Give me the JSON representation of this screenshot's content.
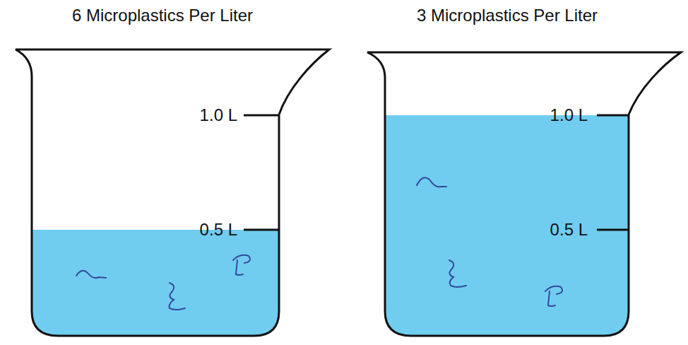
{
  "diagram": {
    "labels": [
      "6 Microplastics Per Liter",
      "3 Microplastics Per Liter",
      "1.0 L",
      "0.5 L",
      "1.0 L",
      "0.5 L"
    ]
  }
}
